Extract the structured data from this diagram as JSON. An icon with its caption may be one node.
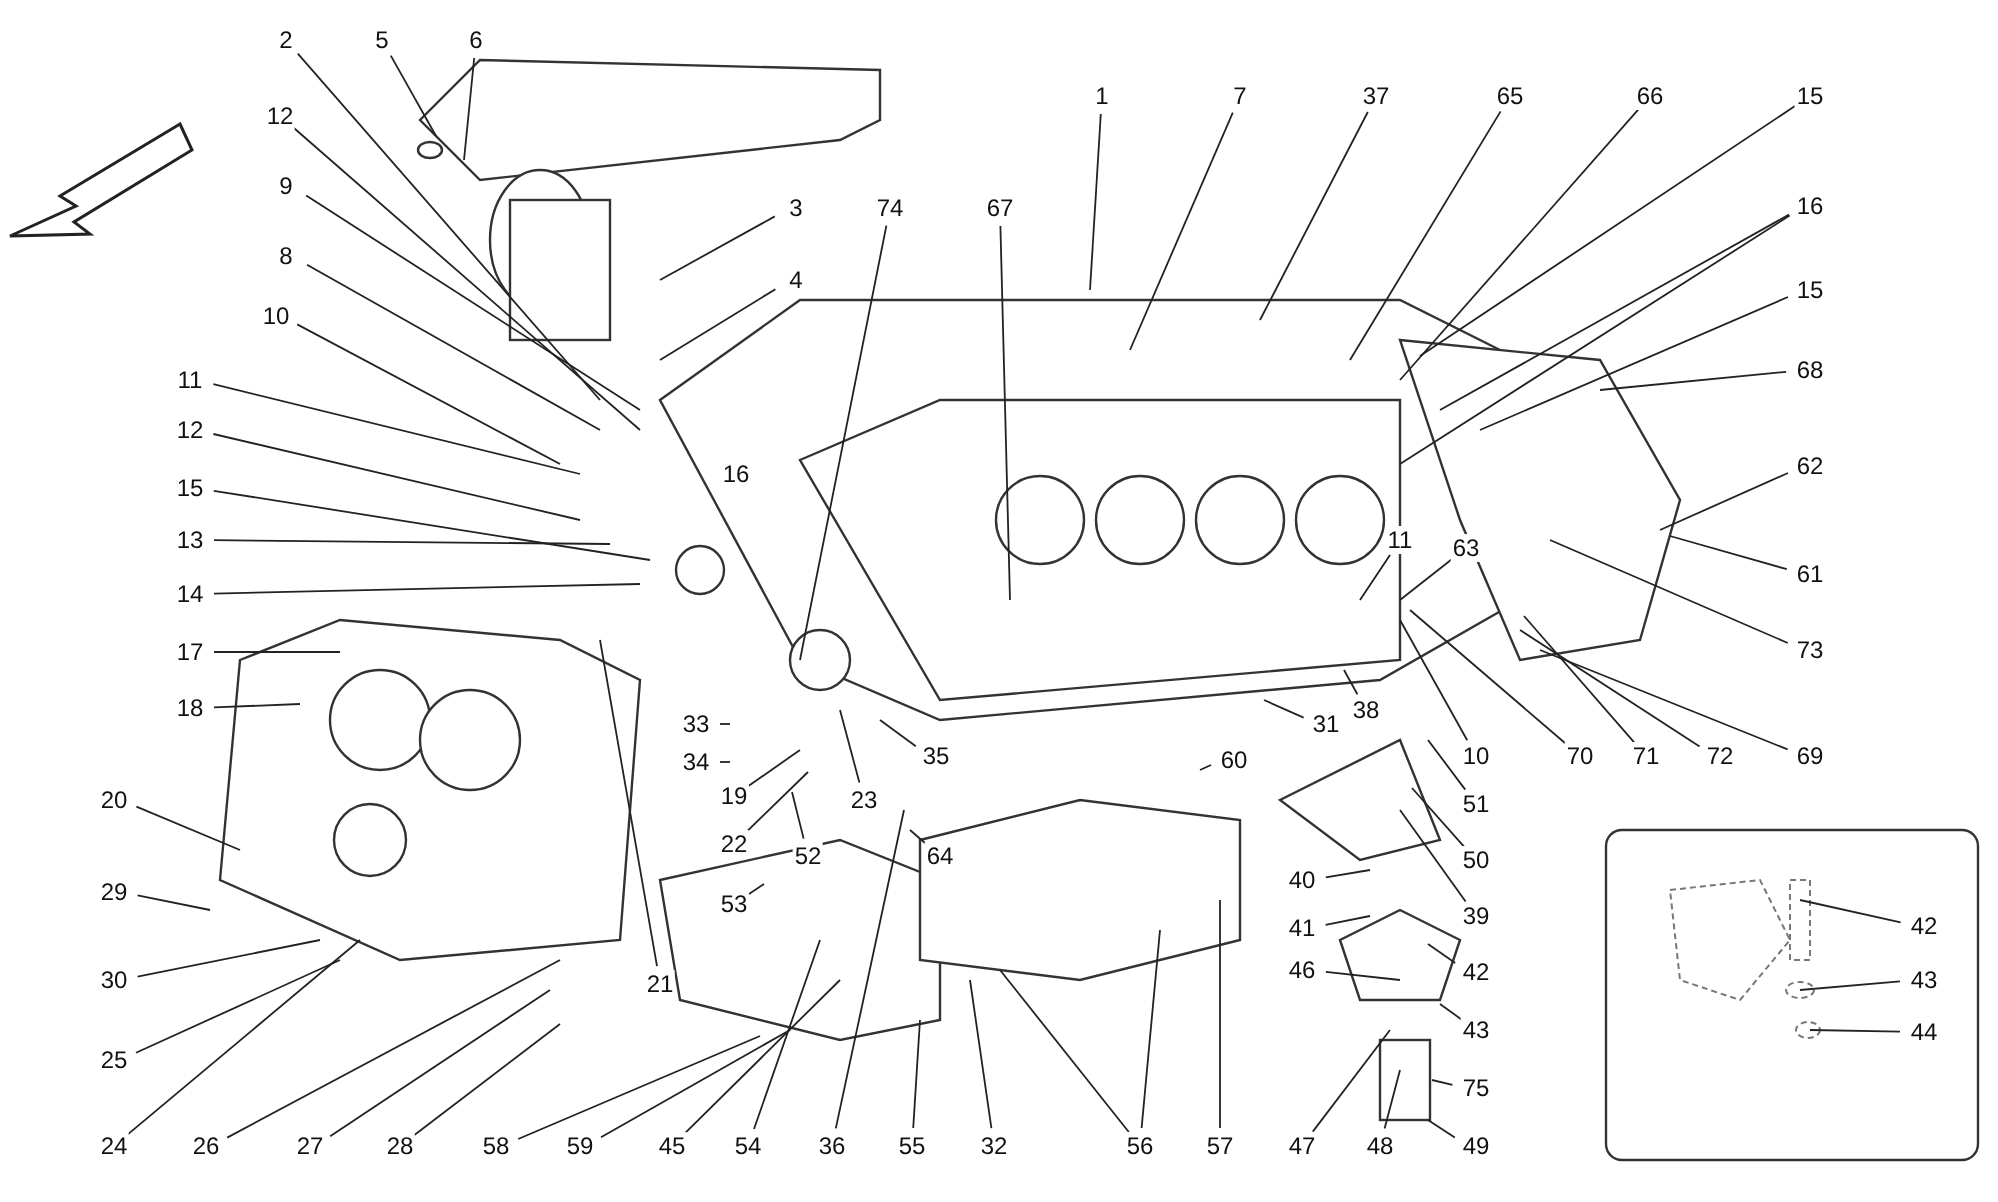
{
  "diagram": {
    "nodes": [
      {
        "text": [
          "2"
        ]
      },
      {
        "text": [
          "5"
        ]
      },
      {
        "text": [
          "6"
        ]
      },
      {
        "text": [
          "1"
        ]
      },
      {
        "text": [
          "7"
        ]
      },
      {
        "text": [
          "37"
        ]
      },
      {
        "text": [
          "65"
        ]
      },
      {
        "text": [
          "66"
        ]
      },
      {
        "text": [
          "15"
        ]
      },
      {
        "text": [
          "12"
        ]
      },
      {
        "text": [
          "9"
        ]
      },
      {
        "text": [
          "3"
        ]
      },
      {
        "text": [
          "74"
        ]
      },
      {
        "text": [
          "67"
        ]
      },
      {
        "text": [
          "16"
        ]
      },
      {
        "text": [
          "8"
        ]
      },
      {
        "text": [
          "4"
        ]
      },
      {
        "text": [
          "15"
        ]
      },
      {
        "text": [
          "10"
        ]
      },
      {
        "text": [
          "11"
        ]
      },
      {
        "text": [
          "68"
        ]
      },
      {
        "text": [
          "12"
        ]
      },
      {
        "text": [
          "62"
        ]
      },
      {
        "text": [
          "15"
        ]
      },
      {
        "text": [
          "13"
        ]
      },
      {
        "text": [
          "61"
        ]
      },
      {
        "text": [
          "11"
        ]
      },
      {
        "text": [
          "63"
        ]
      },
      {
        "text": [
          "14"
        ]
      },
      {
        "text": [
          "17"
        ]
      },
      {
        "text": [
          "18"
        ]
      },
      {
        "text": [
          "73"
        ]
      },
      {
        "text": [
          "33"
        ]
      },
      {
        "text": [
          "34"
        ]
      },
      {
        "text": [
          "38"
        ]
      },
      {
        "text": [
          "31"
        ]
      },
      {
        "text": [
          "35"
        ]
      },
      {
        "text": [
          "60"
        ]
      },
      {
        "text": [
          "10"
        ]
      },
      {
        "text": [
          "70"
        ]
      },
      {
        "text": [
          "71"
        ]
      },
      {
        "text": [
          "72"
        ]
      },
      {
        "text": [
          "69"
        ]
      },
      {
        "text": [
          "19"
        ]
      },
      {
        "text": [
          "51"
        ]
      },
      {
        "text": [
          "22"
        ]
      },
      {
        "text": [
          "23"
        ]
      },
      {
        "text": [
          "20"
        ]
      },
      {
        "text": [
          "50"
        ]
      },
      {
        "text": [
          "52"
        ]
      },
      {
        "text": [
          "64"
        ]
      },
      {
        "text": [
          "40"
        ]
      },
      {
        "text": [
          "29"
        ]
      },
      {
        "text": [
          "53"
        ]
      },
      {
        "text": [
          "39"
        ]
      },
      {
        "text": [
          "41"
        ]
      },
      {
        "text": [
          "42"
        ]
      },
      {
        "text": [
          "21"
        ]
      },
      {
        "text": [
          "46"
        ]
      },
      {
        "text": [
          "30"
        ]
      },
      {
        "text": [
          "43"
        ]
      },
      {
        "text": [
          "25"
        ]
      },
      {
        "text": [
          "75"
        ]
      },
      {
        "text": [
          "24"
        ]
      },
      {
        "text": [
          "26"
        ]
      },
      {
        "text": [
          "27"
        ]
      },
      {
        "text": [
          "28"
        ]
      },
      {
        "text": [
          "58"
        ]
      },
      {
        "text": [
          "59"
        ]
      },
      {
        "text": [
          "45"
        ]
      },
      {
        "text": [
          "54"
        ]
      },
      {
        "text": [
          "36"
        ]
      },
      {
        "text": [
          "55"
        ]
      },
      {
        "text": [
          "32"
        ]
      },
      {
        "text": [
          "56"
        ]
      },
      {
        "text": [
          "57"
        ]
      },
      {
        "text": [
          "47"
        ]
      },
      {
        "text": [
          "48"
        ]
      },
      {
        "text": [
          "49"
        ]
      },
      {
        "text": [
          "42"
        ]
      },
      {
        "text": [
          "43"
        ]
      },
      {
        "text": [
          "44"
        ]
      }
    ],
    "edges": [
      {
        "from": 0,
        "to": null,
        "arrow": "none"
      },
      {
        "from": 1,
        "to": null,
        "arrow": "none"
      },
      {
        "from": 2,
        "to": null,
        "arrow": "none"
      },
      {
        "from": 3,
        "to": null,
        "arrow": "none"
      },
      {
        "from": 4,
        "to": null,
        "arrow": "none"
      },
      {
        "from": 5,
        "to": null,
        "arrow": "none"
      },
      {
        "from": 6,
        "to": null,
        "arrow": "none"
      },
      {
        "from": 7,
        "to": null,
        "arrow": "none"
      },
      {
        "from": 8,
        "to": null,
        "arrow": "none"
      },
      {
        "from": 9,
        "to": null,
        "arrow": "none"
      },
      {
        "from": 10,
        "to": null,
        "arrow": "none"
      },
      {
        "from": 11,
        "to": null,
        "arrow": "none"
      },
      {
        "from": 12,
        "to": null,
        "arrow": "none"
      },
      {
        "from": 13,
        "to": null,
        "arrow": "none"
      },
      {
        "from": 14,
        "to": null,
        "arrow": "none"
      },
      {
        "from": 14,
        "to": null,
        "arrow": "none"
      },
      {
        "from": 15,
        "to": null,
        "arrow": "none"
      },
      {
        "from": 16,
        "to": null,
        "arrow": "none"
      },
      {
        "from": 17,
        "to": null,
        "arrow": "none"
      },
      {
        "from": 18,
        "to": null,
        "arrow": "none"
      },
      {
        "from": 19,
        "to": null,
        "arrow": "none"
      },
      {
        "from": 20,
        "to": null,
        "arrow": "none"
      },
      {
        "from": 21,
        "to": null,
        "arrow": "none"
      },
      {
        "from": 22,
        "to": null,
        "arrow": "none"
      },
      {
        "from": 23,
        "to": null,
        "arrow": "none"
      },
      {
        "from": 24,
        "to": null,
        "arrow": "none"
      },
      {
        "from": 25,
        "to": null,
        "arrow": "none"
      },
      {
        "from": 26,
        "to": null,
        "arrow": "none"
      },
      {
        "from": 27,
        "to": null,
        "arrow": "none"
      },
      {
        "from": 28,
        "to": null,
        "arrow": "none"
      },
      {
        "from": 29,
        "to": null,
        "arrow": "none"
      },
      {
        "from": 30,
        "to": null,
        "arrow": "none"
      },
      {
        "from": 31,
        "to": null,
        "arrow": "none"
      },
      {
        "from": 32,
        "to": null,
        "arrow": "none"
      },
      {
        "from": 33,
        "to": null,
        "arrow": "none"
      },
      {
        "from": 34,
        "to": null,
        "arrow": "none"
      },
      {
        "from": 35,
        "to": null,
        "arrow": "none"
      },
      {
        "from": 36,
        "to": null,
        "arrow": "none"
      },
      {
        "from": 37,
        "to": null,
        "arrow": "none"
      },
      {
        "from": 38,
        "to": null,
        "arrow": "none"
      },
      {
        "from": 39,
        "to": null,
        "arrow": "none"
      },
      {
        "from": 40,
        "to": null,
        "arrow": "none"
      },
      {
        "from": 41,
        "to": null,
        "arrow": "none"
      },
      {
        "from": 42,
        "to": null,
        "arrow": "none"
      },
      {
        "from": 43,
        "to": null,
        "arrow": "none"
      },
      {
        "from": 44,
        "to": null,
        "arrow": "none"
      },
      {
        "from": 45,
        "to": null,
        "arrow": "none"
      },
      {
        "from": 46,
        "to": null,
        "arrow": "none"
      },
      {
        "from": 47,
        "to": null,
        "arrow": "none"
      },
      {
        "from": 48,
        "to": null,
        "arrow": "none"
      },
      {
        "from": 49,
        "to": null,
        "arrow": "none"
      },
      {
        "from": 50,
        "to": null,
        "arrow": "none"
      },
      {
        "from": 51,
        "to": null,
        "arrow": "none"
      },
      {
        "from": 52,
        "to": null,
        "arrow": "none"
      },
      {
        "from": 53,
        "to": null,
        "arrow": "none"
      },
      {
        "from": 54,
        "to": null,
        "arrow": "none"
      },
      {
        "from": 55,
        "to": null,
        "arrow": "none"
      },
      {
        "from": 56,
        "to": null,
        "arrow": "none"
      },
      {
        "from": 57,
        "to": null,
        "arrow": "none"
      },
      {
        "from": 58,
        "to": null,
        "arrow": "none"
      },
      {
        "from": 59,
        "to": null,
        "arrow": "none"
      },
      {
        "from": 60,
        "to": null,
        "arrow": "none"
      },
      {
        "from": 61,
        "to": null,
        "arrow": "none"
      },
      {
        "from": 62,
        "to": null,
        "arrow": "none"
      },
      {
        "from": 63,
        "to": null,
        "arrow": "none"
      },
      {
        "from": 64,
        "to": null,
        "arrow": "none"
      },
      {
        "from": 65,
        "to": null,
        "arrow": "none"
      },
      {
        "from": 66,
        "to": null,
        "arrow": "none"
      },
      {
        "from": 67,
        "to": null,
        "arrow": "none"
      },
      {
        "from": 68,
        "to": null,
        "arrow": "none"
      },
      {
        "from": 69,
        "to": null,
        "arrow": "none"
      },
      {
        "from": 70,
        "to": null,
        "arrow": "none"
      },
      {
        "from": 71,
        "to": null,
        "arrow": "none"
      },
      {
        "from": 72,
        "to": null,
        "arrow": "none"
      },
      {
        "from": 73,
        "to": null,
        "arrow": "none"
      },
      {
        "from": 74,
        "to": null,
        "arrow": "none"
      },
      {
        "from": 74,
        "to": null,
        "arrow": "none"
      },
      {
        "from": 75,
        "to": null,
        "arrow": "none"
      },
      {
        "from": 76,
        "to": null,
        "arrow": "none"
      },
      {
        "from": 77,
        "to": null,
        "arrow": "none"
      },
      {
        "from": 78,
        "to": null,
        "arrow": "none"
      },
      {
        "from": 79,
        "to": null,
        "arrow": "none"
      },
      {
        "from": 80,
        "to": null,
        "arrow": "none"
      },
      {
        "from": 81,
        "to": null,
        "arrow": "none"
      }
    ],
    "labels": [
      "16"
    ]
  }
}
